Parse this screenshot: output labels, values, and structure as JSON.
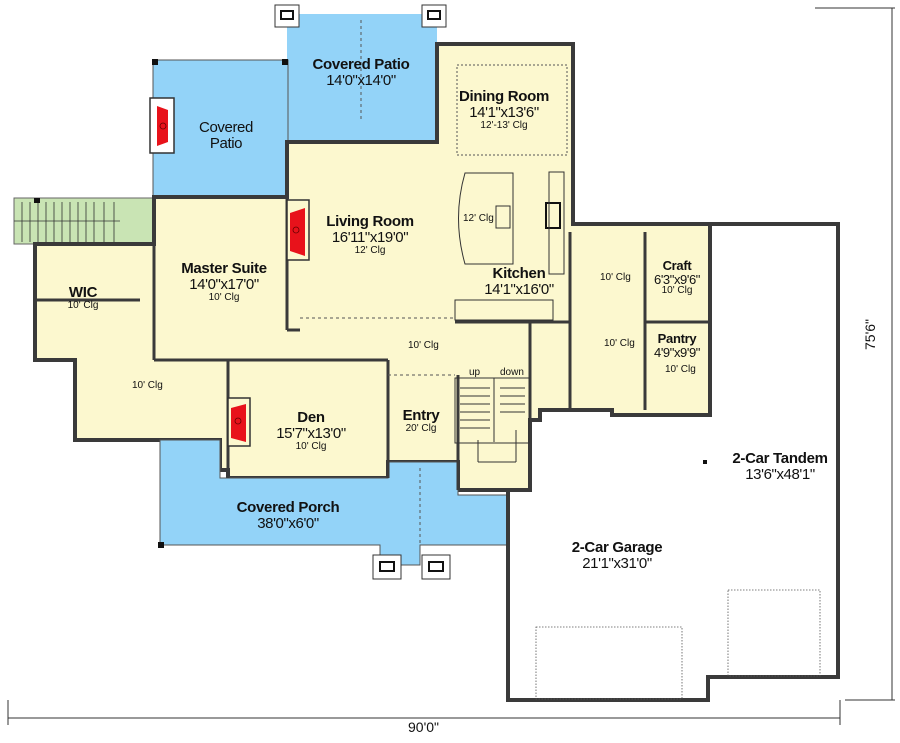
{
  "plan": {
    "overall_width": "90'0\"",
    "overall_depth": "75'6\"",
    "colors": {
      "interior": "#fcf8cf",
      "covered": "#93d3f8",
      "deck_stairs": "#c9e4b4",
      "wall": "#3a3a3a",
      "wall_fill": "#9a9a9a",
      "fireplace": "#e8121b",
      "garage": "#ffffff"
    },
    "rooms": [
      {
        "id": "covered_patio_top",
        "name": "Covered Patio",
        "dim": "14'0\"x14'0\"",
        "clg": ""
      },
      {
        "id": "covered_patio_left",
        "name": "Covered Patio",
        "dim": "",
        "clg": ""
      },
      {
        "id": "dining_room",
        "name": "Dining Room",
        "dim": "14'1\"x13'6\"",
        "clg": "12'-13' Clg"
      },
      {
        "id": "living_room",
        "name": "Living Room",
        "dim": "16'11\"x19'0\"",
        "clg": "12' Clg"
      },
      {
        "id": "master_suite",
        "name": "Master Suite",
        "dim": "14'0\"x17'0\"",
        "clg": "10' Clg"
      },
      {
        "id": "wic",
        "name": "WIC",
        "dim": "",
        "clg": "10' Clg"
      },
      {
        "id": "kitchen",
        "name": "Kitchen",
        "dim": "14'1\"x16'0\"",
        "clg": "12' Clg"
      },
      {
        "id": "craft",
        "name": "Craft",
        "dim": "6'3\"x9'6\"",
        "clg": "10' Clg"
      },
      {
        "id": "pantry",
        "name": "Pantry",
        "dim": "4'9\"x9'9\"",
        "clg": "10' Clg"
      },
      {
        "id": "den",
        "name": "Den",
        "dim": "15'7\"x13'0\"",
        "clg": "10' Clg"
      },
      {
        "id": "entry",
        "name": "Entry",
        "dim": "",
        "clg": "20' Clg"
      },
      {
        "id": "covered_porch",
        "name": "Covered Porch",
        "dim": "38'0\"x6'0\"",
        "clg": ""
      },
      {
        "id": "garage",
        "name": "2-Car Garage",
        "dim": "21'1\"x31'0\"",
        "clg": ""
      },
      {
        "id": "tandem",
        "name": "2-Car Tandem",
        "dim": "13'6\"x48'1\"",
        "clg": ""
      }
    ],
    "misc_labels": {
      "hall_clg": "10' Clg",
      "master_bath_clg": "10' Clg",
      "mudroom_clg": "10' Clg",
      "laundry_clg": "10' Clg",
      "stair_up": "up",
      "stair_down": "down"
    }
  }
}
